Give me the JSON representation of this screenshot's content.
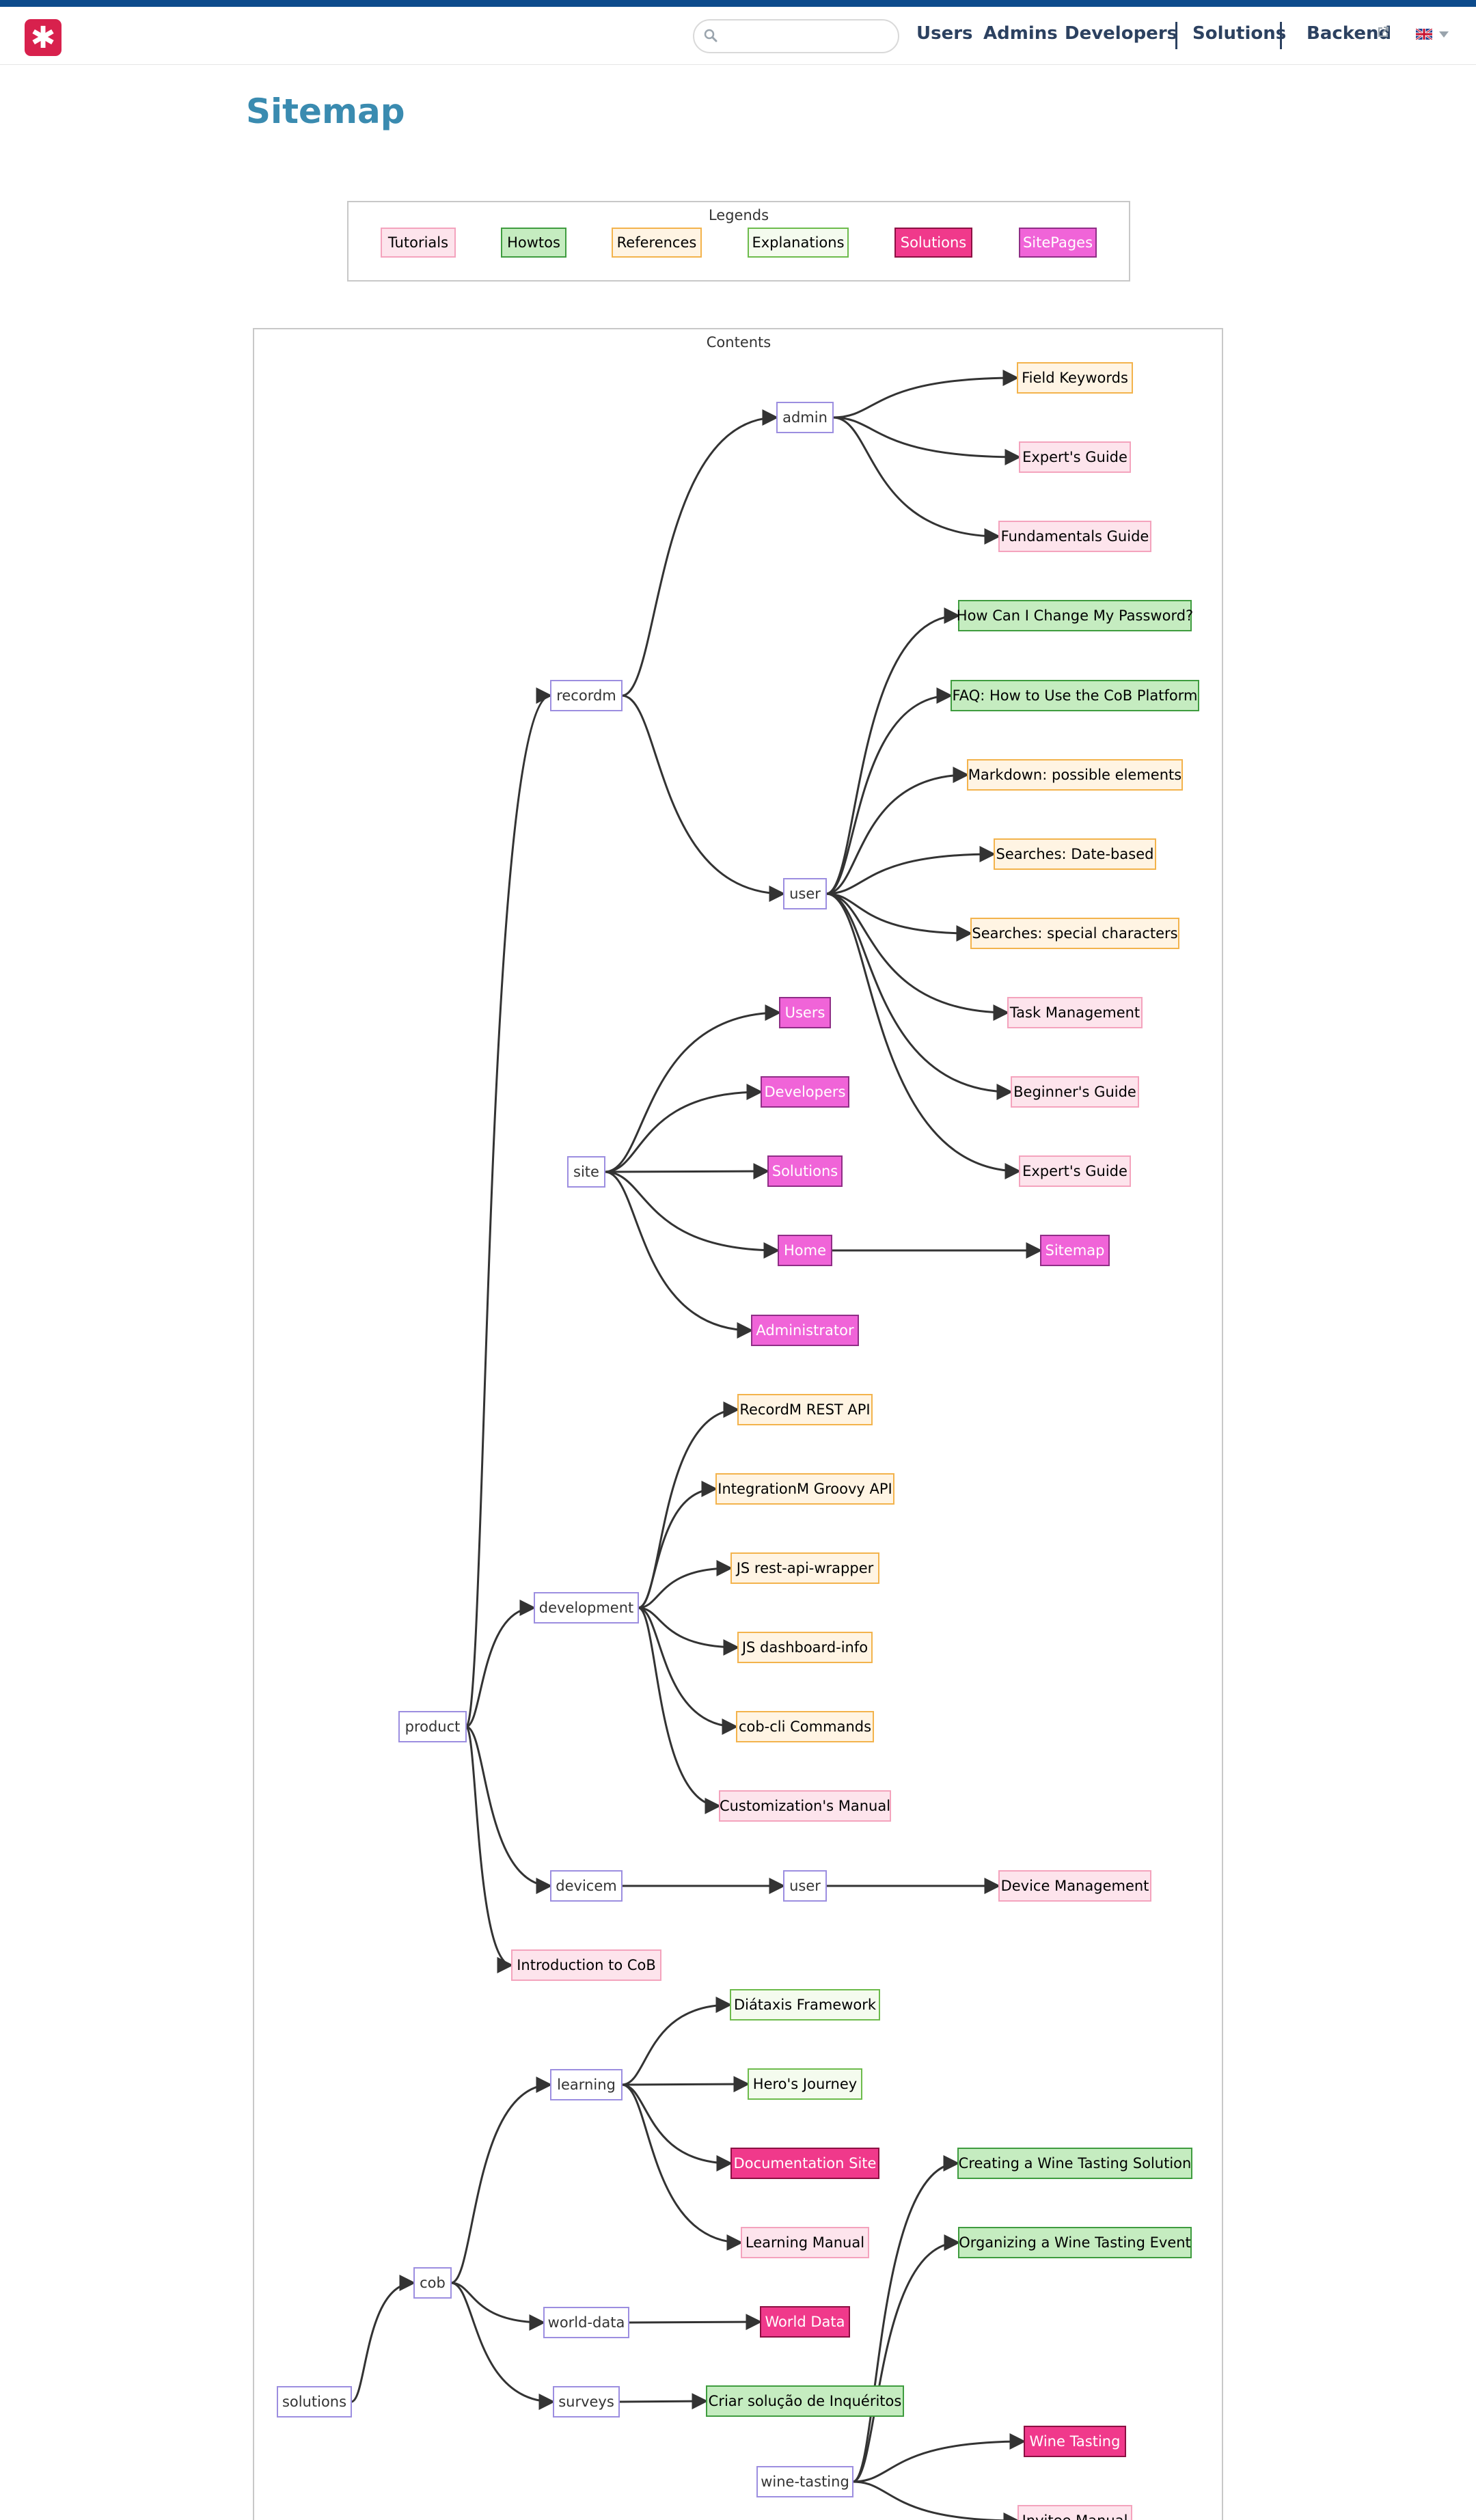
{
  "header": {
    "logo_glyph": "✱",
    "search": {
      "value": "",
      "placeholder": ""
    },
    "nav": [
      "Users",
      "Admins",
      "Developers",
      "Solutions",
      "Backend"
    ],
    "language": "en-GB"
  },
  "page": {
    "title": "Sitemap"
  },
  "legends": {
    "title": "Legends",
    "items": [
      {
        "label": "Tutorials",
        "type": "tutorial"
      },
      {
        "label": "Howtos",
        "type": "howto"
      },
      {
        "label": "References",
        "type": "reference"
      },
      {
        "label": "Explanations",
        "type": "explanation"
      },
      {
        "label": "Solutions",
        "type": "solution"
      },
      {
        "label": "SitePages",
        "type": "sitepage"
      }
    ]
  },
  "contents_title": "Contents",
  "styles": {
    "structure": {
      "fill": "#ffffff",
      "stroke": "#9c8ee0",
      "text": "#333333"
    },
    "tutorial": {
      "fill": "#fde4ec",
      "stroke": "#f4a3bd",
      "text": "#000000"
    },
    "howto": {
      "fill": "#c5ecc0",
      "stroke": "#3f9c3f",
      "text": "#000000"
    },
    "reference": {
      "fill": "#fff4e3",
      "stroke": "#f3b34c",
      "text": "#000000"
    },
    "explanation": {
      "fill": "#f4fbee",
      "stroke": "#6dbb4c",
      "text": "#000000"
    },
    "solution": {
      "fill": "#f0398b",
      "stroke": "#8b1042",
      "text": "#ffffff"
    },
    "sitepage": {
      "fill": "#f064d8",
      "stroke": "#8f2e86",
      "text": "#ffffff"
    },
    "edge": "#333333"
  },
  "tree": {
    "nodes": [
      {
        "id": "solutions",
        "label": "solutions",
        "type": "structure"
      },
      {
        "id": "product",
        "label": "product",
        "type": "structure"
      },
      {
        "id": "recordm",
        "label": "recordm",
        "type": "structure"
      },
      {
        "id": "admin",
        "label": "admin",
        "type": "structure"
      },
      {
        "id": "rm_user",
        "label": "user",
        "type": "structure"
      },
      {
        "id": "site",
        "label": "site",
        "type": "structure"
      },
      {
        "id": "development",
        "label": "development",
        "type": "structure"
      },
      {
        "id": "devicem",
        "label": "devicem",
        "type": "structure"
      },
      {
        "id": "dm_user",
        "label": "user",
        "type": "structure"
      },
      {
        "id": "cob",
        "label": "cob",
        "type": "structure"
      },
      {
        "id": "learning",
        "label": "learning",
        "type": "structure"
      },
      {
        "id": "world_data",
        "label": "world-data",
        "type": "structure"
      },
      {
        "id": "surveys",
        "label": "surveys",
        "type": "structure"
      },
      {
        "id": "wine_tasting",
        "label": "wine-tasting",
        "type": "structure"
      },
      {
        "id": "field_keywords",
        "label": "Field Keywords",
        "type": "reference"
      },
      {
        "id": "experts_guide_a",
        "label": "Expert's Guide",
        "type": "tutorial"
      },
      {
        "id": "fundamentals",
        "label": "Fundamentals Guide",
        "type": "tutorial"
      },
      {
        "id": "change_pw",
        "label": "How Can I Change My Password?",
        "type": "howto"
      },
      {
        "id": "faq",
        "label": "FAQ: How to Use the CoB Platform",
        "type": "howto"
      },
      {
        "id": "markdown",
        "label": "Markdown: possible elements",
        "type": "reference"
      },
      {
        "id": "search_date",
        "label": "Searches: Date-based",
        "type": "reference"
      },
      {
        "id": "search_special",
        "label": "Searches: special characters",
        "type": "reference"
      },
      {
        "id": "task_mgmt",
        "label": "Task Management",
        "type": "tutorial"
      },
      {
        "id": "beginners",
        "label": "Beginner's Guide",
        "type": "tutorial"
      },
      {
        "id": "experts_guide_u",
        "label": "Expert's Guide",
        "type": "tutorial"
      },
      {
        "id": "sp_users",
        "label": "Users",
        "type": "sitepage"
      },
      {
        "id": "sp_developers",
        "label": "Developers",
        "type": "sitepage"
      },
      {
        "id": "sp_solutions",
        "label": "Solutions",
        "type": "sitepage"
      },
      {
        "id": "sp_home",
        "label": "Home",
        "type": "sitepage"
      },
      {
        "id": "sp_sitemap",
        "label": "Sitemap",
        "type": "sitepage"
      },
      {
        "id": "sp_admin",
        "label": "Administrator",
        "type": "sitepage"
      },
      {
        "id": "rest_api",
        "label": "RecordM REST API",
        "type": "reference"
      },
      {
        "id": "groovy_api",
        "label": "IntegrationM Groovy API",
        "type": "reference"
      },
      {
        "id": "rest_wrapper",
        "label": "JS rest-api-wrapper",
        "type": "reference"
      },
      {
        "id": "dashboard_info",
        "label": "JS dashboard-info",
        "type": "reference"
      },
      {
        "id": "cli_cmds",
        "label": "cob-cli Commands",
        "type": "reference"
      },
      {
        "id": "customization",
        "label": "Customization's Manual",
        "type": "tutorial"
      },
      {
        "id": "device_mgmt",
        "label": "Device Management",
        "type": "tutorial"
      },
      {
        "id": "intro_cob",
        "label": "Introduction to CoB",
        "type": "tutorial"
      },
      {
        "id": "diataxis",
        "label": "Diátaxis Framework",
        "type": "explanation"
      },
      {
        "id": "heros_journey",
        "label": "Hero's Journey",
        "type": "explanation"
      },
      {
        "id": "doc_site",
        "label": "Documentation Site",
        "type": "solution"
      },
      {
        "id": "learning_manual",
        "label": "Learning Manual",
        "type": "tutorial"
      },
      {
        "id": "world_data_sol",
        "label": "World Data",
        "type": "solution"
      },
      {
        "id": "criar_solucao",
        "label": "Criar solução de Inquéritos",
        "type": "howto"
      },
      {
        "id": "wine_creating",
        "label": "Creating a Wine Tasting Solution",
        "type": "howto"
      },
      {
        "id": "wine_organizing",
        "label": "Organizing a Wine Tasting Event",
        "type": "howto"
      },
      {
        "id": "wine_tasting_sol",
        "label": "Wine Tasting",
        "type": "solution"
      },
      {
        "id": "invitee_manual",
        "label": "Invitee Manual",
        "type": "tutorial"
      }
    ],
    "edges": [
      [
        "product",
        "recordm"
      ],
      [
        "recordm",
        "admin"
      ],
      [
        "recordm",
        "rm_user"
      ],
      [
        "admin",
        "field_keywords"
      ],
      [
        "admin",
        "experts_guide_a"
      ],
      [
        "admin",
        "fundamentals"
      ],
      [
        "rm_user",
        "change_pw"
      ],
      [
        "rm_user",
        "faq"
      ],
      [
        "rm_user",
        "markdown"
      ],
      [
        "rm_user",
        "search_date"
      ],
      [
        "rm_user",
        "search_special"
      ],
      [
        "rm_user",
        "task_mgmt"
      ],
      [
        "rm_user",
        "beginners"
      ],
      [
        "rm_user",
        "experts_guide_u"
      ],
      [
        "site",
        "sp_users"
      ],
      [
        "site",
        "sp_developers"
      ],
      [
        "site",
        "sp_solutions"
      ],
      [
        "site",
        "sp_home"
      ],
      [
        "site",
        "sp_admin"
      ],
      [
        "sp_home",
        "sp_sitemap"
      ],
      [
        "product",
        "development"
      ],
      [
        "development",
        "rest_api"
      ],
      [
        "development",
        "groovy_api"
      ],
      [
        "development",
        "rest_wrapper"
      ],
      [
        "development",
        "dashboard_info"
      ],
      [
        "development",
        "cli_cmds"
      ],
      [
        "development",
        "customization"
      ],
      [
        "product",
        "devicem"
      ],
      [
        "devicem",
        "dm_user"
      ],
      [
        "dm_user",
        "device_mgmt"
      ],
      [
        "product",
        "intro_cob"
      ],
      [
        "solutions",
        "cob"
      ],
      [
        "cob",
        "learning"
      ],
      [
        "cob",
        "world_data"
      ],
      [
        "cob",
        "surveys"
      ],
      [
        "learning",
        "diataxis"
      ],
      [
        "learning",
        "heros_journey"
      ],
      [
        "learning",
        "doc_site"
      ],
      [
        "learning",
        "learning_manual"
      ],
      [
        "world_data",
        "world_data_sol"
      ],
      [
        "surveys",
        "criar_solucao"
      ],
      [
        "wine_tasting",
        "wine_creating"
      ],
      [
        "wine_tasting",
        "wine_organizing"
      ],
      [
        "wine_tasting",
        "wine_tasting_sol"
      ],
      [
        "wine_tasting",
        "invitee_manual"
      ]
    ]
  }
}
